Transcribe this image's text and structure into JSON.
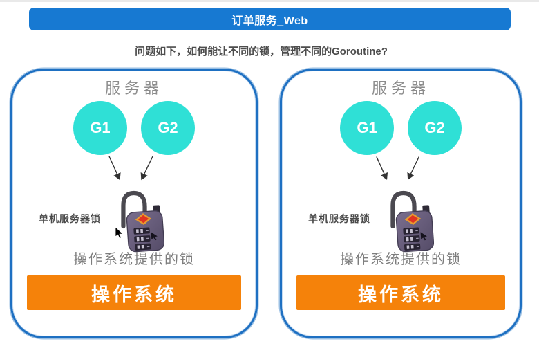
{
  "header": {
    "title": "订单服务_Web"
  },
  "question": {
    "text": "问题如下，如何能让不同的锁，管理不同的Goroutine?"
  },
  "panels": [
    {
      "title": "服务器",
      "goroutines": [
        "G1",
        "G2"
      ],
      "lock_label": "单机服务器锁",
      "lock_caption": "操作系统提供的锁",
      "os_label": "操作系统"
    },
    {
      "title": "服务器",
      "goroutines": [
        "G1",
        "G2"
      ],
      "lock_label": "单机服务器锁",
      "lock_caption": "操作系统提供的锁",
      "os_label": "操作系统"
    }
  ],
  "icons": {
    "lock": "padlock-icon",
    "arrows": "arrow-down-icon",
    "cursor": "mouse-cursor-icon"
  },
  "colors": {
    "header_blue": "#1779d2",
    "panel_border_blue": "#1e70c2",
    "goroutine_cyan": "#2fe0d6",
    "os_orange": "#f5820a",
    "title_gray": "#8c8c8c",
    "caption_gray": "#7d7d7d",
    "dark_text": "#4d4d4d",
    "lock_body_purple": "#635874"
  }
}
